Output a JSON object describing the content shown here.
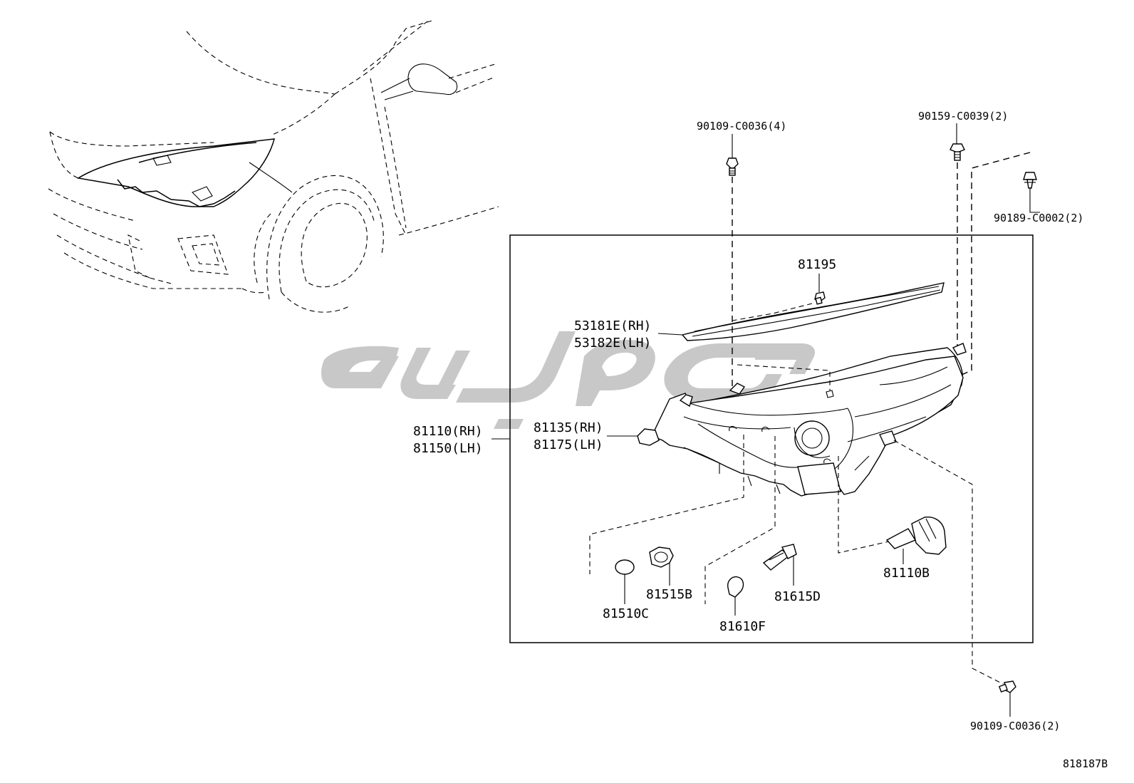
{
  "diagram": {
    "reference_code": "818187B",
    "callouts": [
      {
        "id": "hood_bolt",
        "text": "90109-C0036(4)"
      },
      {
        "id": "clip_screw",
        "text": "90159-C0039(2)"
      },
      {
        "id": "clip",
        "text": "90189-C0002(2)"
      },
      {
        "id": "molding_screw",
        "text": "81195"
      },
      {
        "id": "molding_rh",
        "text": "53181E(RH)"
      },
      {
        "id": "molding_lh",
        "text": "53182E(LH)"
      },
      {
        "id": "unit_rh",
        "text": "81110(RH)"
      },
      {
        "id": "unit_lh",
        "text": "81150(LH)"
      },
      {
        "id": "lamp_rh",
        "text": "81135(RH)"
      },
      {
        "id": "lamp_lh",
        "text": "81175(LH)"
      },
      {
        "id": "bulb_81510c",
        "text": "81510C"
      },
      {
        "id": "socket_81515b",
        "text": "81515B"
      },
      {
        "id": "bulb_81610f",
        "text": "81610F"
      },
      {
        "id": "socket_81615d",
        "text": "81615D"
      },
      {
        "id": "bulb_81110b",
        "text": "81110B"
      },
      {
        "id": "lower_bolt",
        "text": "90109-C0036(2)"
      }
    ]
  }
}
